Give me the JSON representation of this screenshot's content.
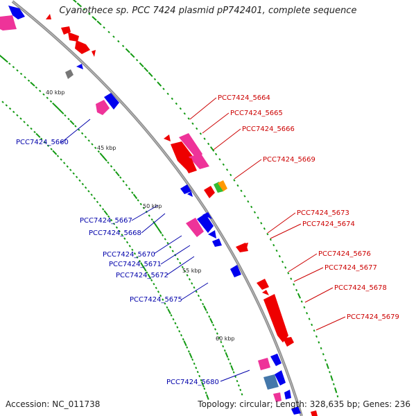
{
  "title": "Cyanothece sp. PCC 7424 plasmid pP742401, complete sequence",
  "footer": {
    "accession": "Accession: NC_011738",
    "summary": "Topology: circular; Length: 328,635 bp; Genes: 236"
  },
  "colors": {
    "backbone": "#8c8c8c",
    "forward_label": "#cc0000",
    "reverse_label": "#0000aa",
    "red_gene": "#ee0000",
    "pink_gene": "#ee3399",
    "blue_gene": "#0000ee",
    "gray_gene": "#777777",
    "green_gene": "#33bb33",
    "orange_gene": "#ff9900",
    "steel_gene": "#4477aa",
    "dots": "#119911"
  },
  "kbp_marks": [
    {
      "label": "40 kbp"
    },
    {
      "label": "45 kbp"
    },
    {
      "label": "50 kbp"
    },
    {
      "label": "55 kbp"
    },
    {
      "label": "60 kbp"
    }
  ],
  "gene_labels": {
    "forward": [
      {
        "text": "PCC7424_5664"
      },
      {
        "text": "PCC7424_5665"
      },
      {
        "text": "PCC7424_5666"
      },
      {
        "text": "PCC7424_5669"
      },
      {
        "text": "PCC7424_5673"
      },
      {
        "text": "PCC7424_5674"
      },
      {
        "text": "PCC7424_5676"
      },
      {
        "text": "PCC7424_5677"
      },
      {
        "text": "PCC7424_5678"
      },
      {
        "text": "PCC7424_5679"
      }
    ],
    "reverse": [
      {
        "text": "PCC7424_5660"
      },
      {
        "text": "PCC7424_5667"
      },
      {
        "text": "PCC7424_5668"
      },
      {
        "text": "PCC7424_5670"
      },
      {
        "text": "PCC7424_5671"
      },
      {
        "text": "PCC7424_5672"
      },
      {
        "text": "PCC7424_5675"
      },
      {
        "text": "PCC7424_5680"
      }
    ]
  }
}
